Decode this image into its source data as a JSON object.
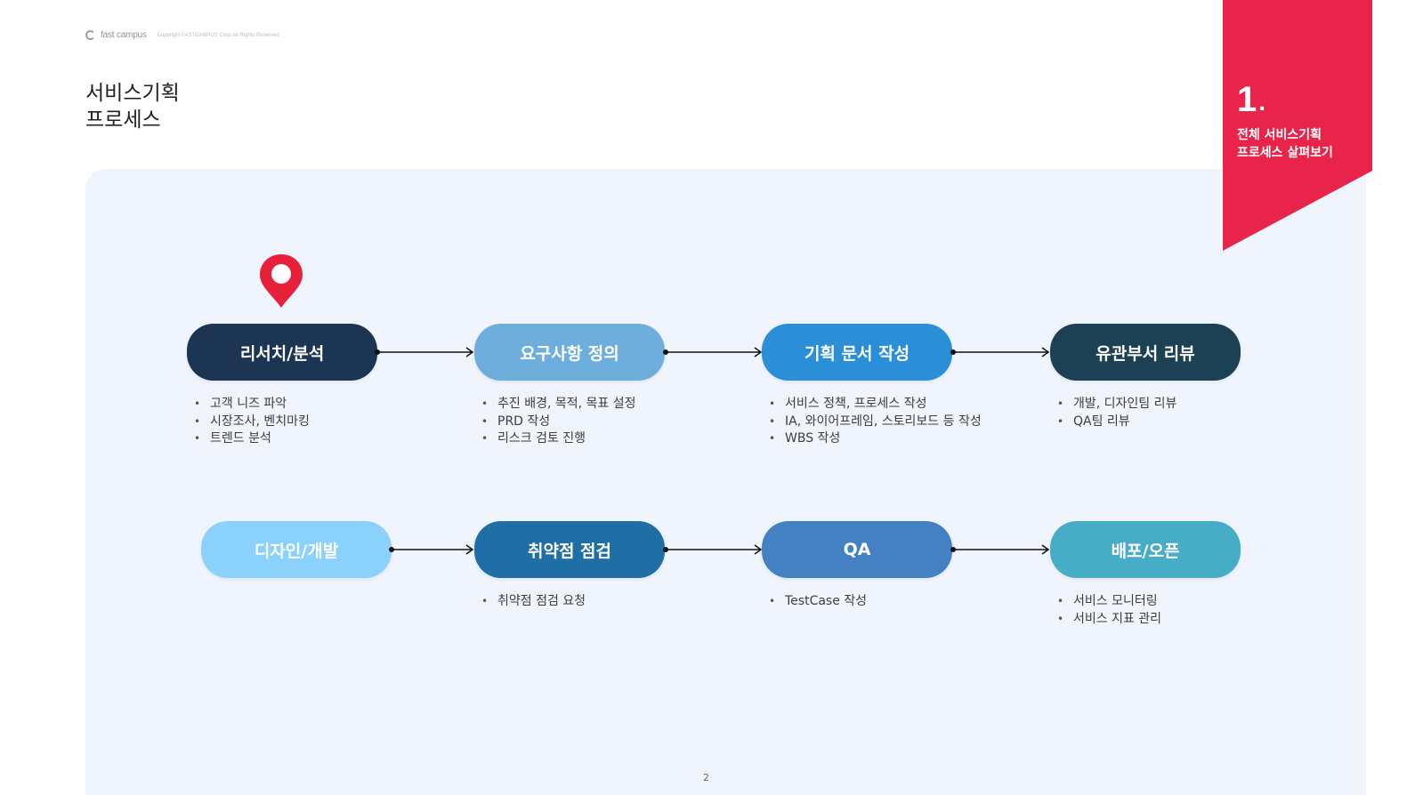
{
  "brand": {
    "logo_text": "fast campus",
    "copyright": "Copyright FASTCAMPUS Corp.All Rights Reserved"
  },
  "page_title": "서비스기획\n프로세스",
  "ribbon": {
    "number": "1",
    "dot": ".",
    "caption": "전체 서비스기획\n프로세스 살펴보기",
    "color": "#e8244a"
  },
  "steps": [
    {
      "label": "리서치/분석",
      "color": "#1c3553",
      "bullets": [
        "고객 니즈 파악",
        "시장조사, 벤치마킹",
        "트렌드 분석"
      ]
    },
    {
      "label": "요구사항 정의",
      "color": "#6eaedd",
      "bullets": [
        "추진 배경, 목적, 목표 설정",
        "PRD 작성",
        "리스크 검토 진행"
      ]
    },
    {
      "label": "기획 문서 작성",
      "color": "#2b8fd8",
      "bullets": [
        "서비스 정책, 프로세스 작성",
        "IA, 와이어프레임, 스토리보드 등 작성",
        "WBS 작성"
      ]
    },
    {
      "label": "유관부서 리뷰",
      "color": "#1c4155",
      "bullets": [
        "개발, 디자인팀 리뷰",
        "QA팀 리뷰"
      ]
    },
    {
      "label": "디자인/개발",
      "color": "#8ad1fb",
      "bullets": []
    },
    {
      "label": "취약점 점검",
      "color": "#1f6fa6",
      "bullets": [
        "취약점 점검 요청"
      ]
    },
    {
      "label": "QA",
      "color": "#4381c3",
      "bullets": [
        "TestCase 작성"
      ]
    },
    {
      "label": "배포/오픈",
      "color": "#47acc6",
      "bullets": [
        "서비스 모니터링",
        "서비스 지표 관리"
      ]
    }
  ],
  "page_number": "2"
}
